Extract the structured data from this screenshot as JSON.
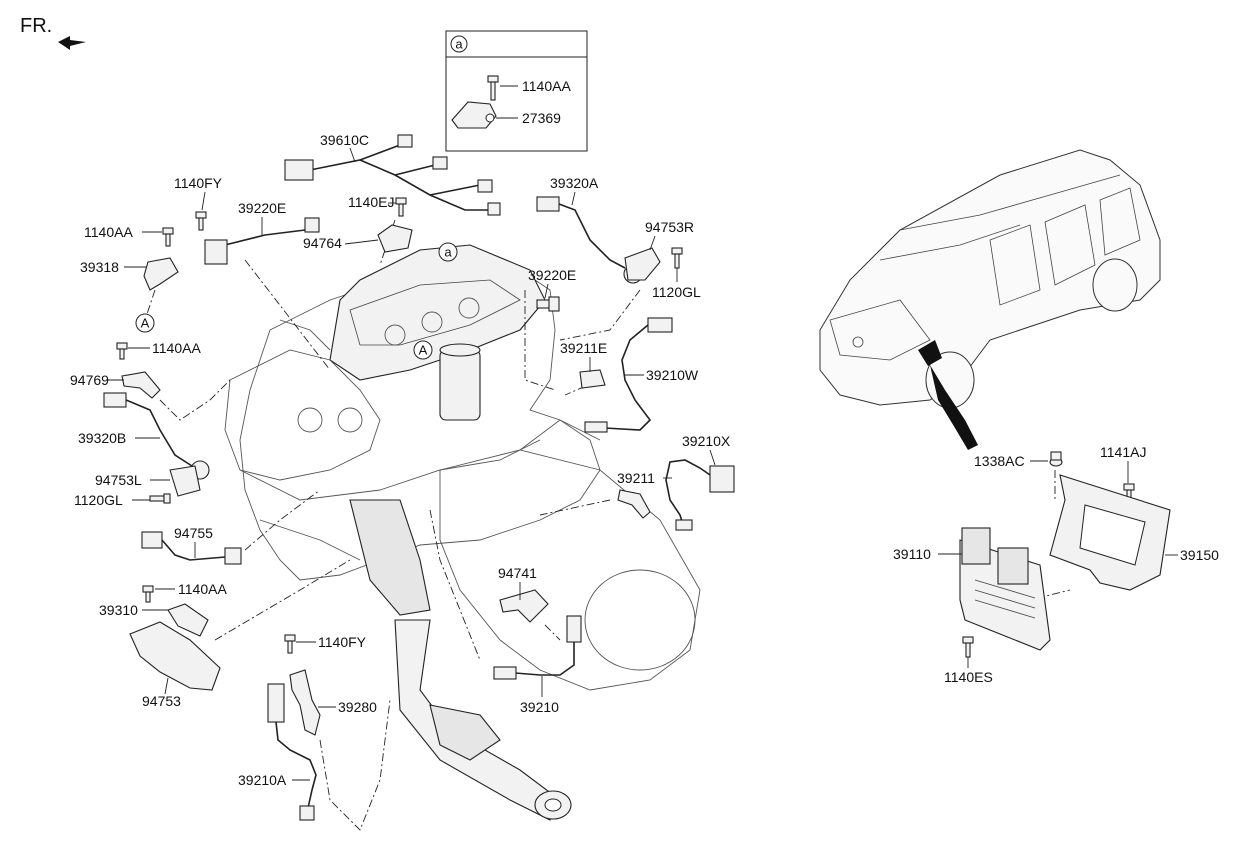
{
  "orientation": {
    "text": "FR."
  },
  "detail_a": {
    "circle_label": "a",
    "labels": [
      "1140AA",
      "27369"
    ]
  },
  "callouts": {
    "a_engine": "a",
    "A_engine": "A",
    "A_left": "A"
  },
  "parts": {
    "p39610C": "39610C",
    "p1140FY_top": "1140FY",
    "p39220E_top": "39220E",
    "p1140EJ": "1140EJ",
    "p94764": "94764",
    "p1140AA_1": "1140AA",
    "p39318": "39318",
    "p39320A": "39320A",
    "p94753R": "94753R",
    "p1120GL_r": "1120GL",
    "p39220E_r": "39220E",
    "p39211E": "39211E",
    "p39210W": "39210W",
    "p1140AA_2": "1140AA",
    "p94769": "94769",
    "p39320B": "39320B",
    "p94753L": "94753L",
    "p1120GL_l": "1120GL",
    "p39210X": "39210X",
    "p39211": "39211",
    "p94755": "94755",
    "p94741": "94741",
    "p1140AA_3": "1140AA",
    "p39310": "39310",
    "p1140FY_b": "1140FY",
    "p94753": "94753",
    "p39280": "39280",
    "p39210": "39210",
    "p39210A": "39210A",
    "p1338AC": "1338AC",
    "p1141AJ": "1141AJ",
    "p39110": "39110",
    "p39150": "39150",
    "p1140ES": "1140ES"
  }
}
